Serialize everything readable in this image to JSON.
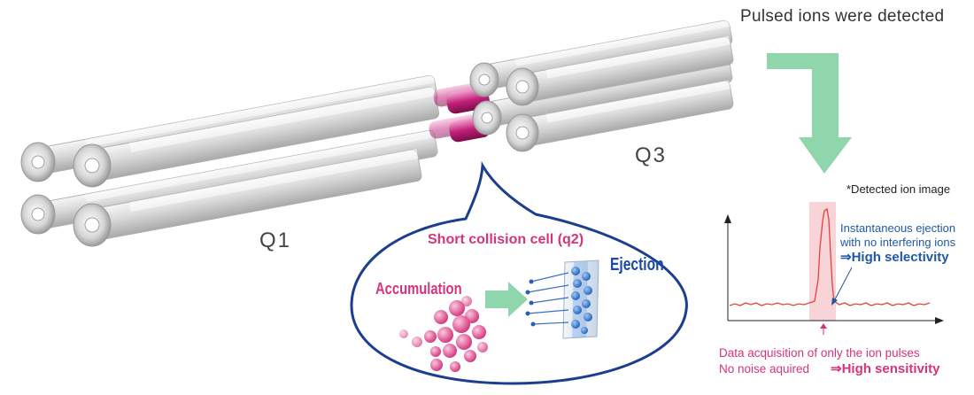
{
  "diagram": {
    "title": "Pulsed ions were detected",
    "q1_label": "Q1",
    "q3_label": "Q3",
    "detected_note": "*Detected ion image",
    "bubble": {
      "title": "Short collision cell (q2)",
      "accumulation": "Accumulation",
      "ejection": "Ejection"
    },
    "selectivity": {
      "line1": "Instantaneous ejection",
      "line2": "with no interfering ions",
      "line3": "⇒High selectivity"
    },
    "sensitivity": {
      "line1": "Data acquisition of only the ion pulses",
      "line2": "No noise aquired",
      "line3": "⇒High sensitivity"
    },
    "colors": {
      "pink": "#d6337a",
      "blue": "#1f58a8",
      "green_arrow": "#8fd6ad",
      "highlight": "#f8d3d8",
      "signal": "#e0453c"
    }
  }
}
